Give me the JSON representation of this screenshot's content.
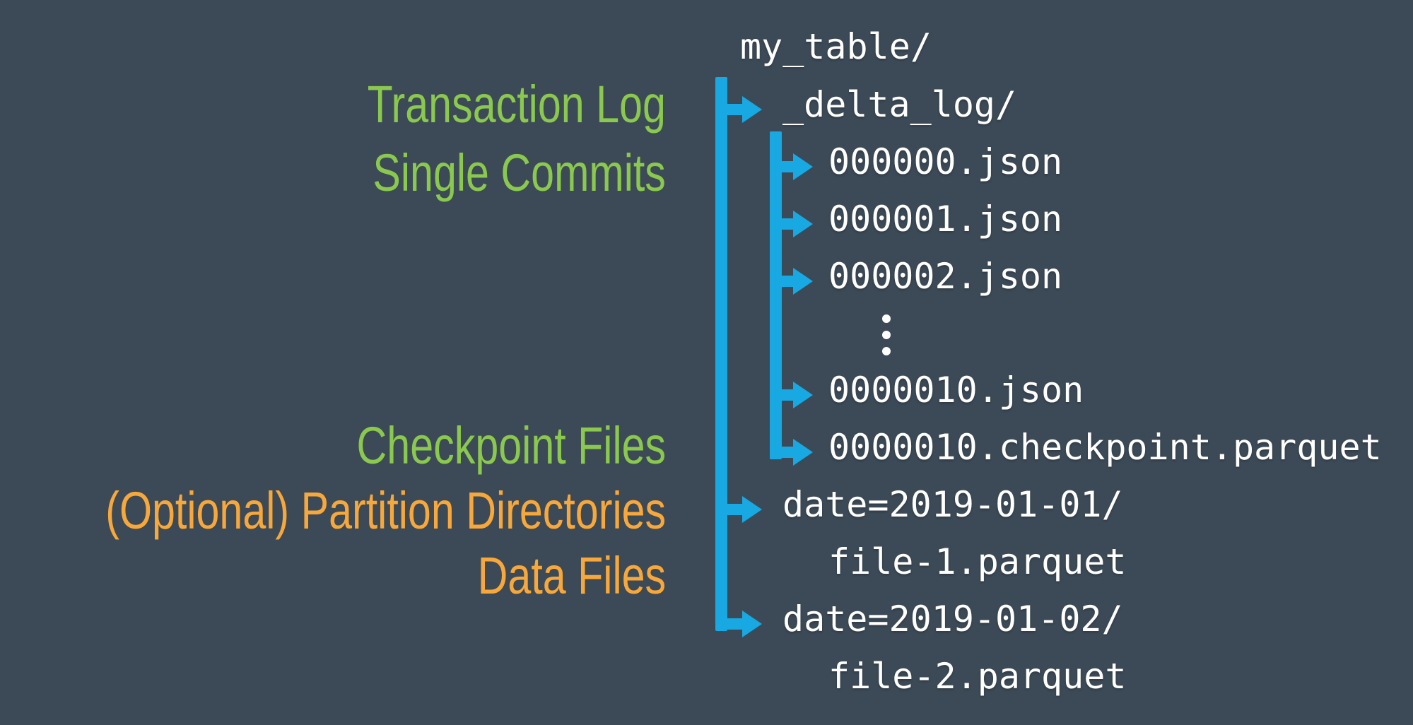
{
  "colors": {
    "background": "#3C4A57",
    "blue": "#18A8E2",
    "green": "#8AC84E",
    "orange": "#F8A83A",
    "white": "#FFFFFF"
  },
  "labels": {
    "top": [
      {
        "text": "Transaction Log",
        "color": "green"
      },
      {
        "text": "Single Commits",
        "color": "green"
      }
    ],
    "bottom": [
      {
        "text": "Checkpoint Files",
        "color": "green"
      },
      {
        "text": "(Optional) Partition Directories",
        "color": "orange"
      },
      {
        "text": "Data Files",
        "color": "orange"
      }
    ]
  },
  "tree": {
    "root": {
      "text": "my_table/"
    },
    "rows": [
      {
        "text": "_delta_log/",
        "level": 1
      },
      {
        "text": "000000.json",
        "level": 2
      },
      {
        "text": "000001.json",
        "level": 2
      },
      {
        "text": "000002.json",
        "level": 2
      },
      {
        "text": "0000010.json",
        "level": 2
      },
      {
        "text": "0000010.checkpoint.parquet",
        "level": 2
      },
      {
        "text": "date=2019-01-01/",
        "level": 1
      },
      {
        "text": "file-1.parquet",
        "level": 2
      },
      {
        "text": "date=2019-01-02/",
        "level": 1
      },
      {
        "text": "file-2.parquet",
        "level": 2
      }
    ],
    "ellipsis": "vertical-dots"
  }
}
